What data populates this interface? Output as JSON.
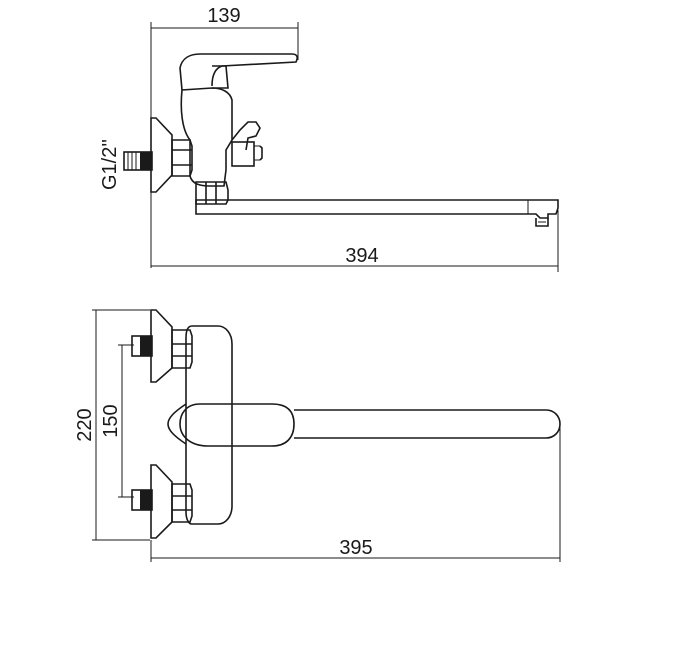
{
  "dimensions": {
    "top_height": "139",
    "thread_size": "G1/2''",
    "side_length": "394",
    "front_length": "395",
    "total_height": "220",
    "center_distance": "150"
  },
  "colors": {
    "line": "#1a1a1a",
    "background": "#ffffff"
  }
}
